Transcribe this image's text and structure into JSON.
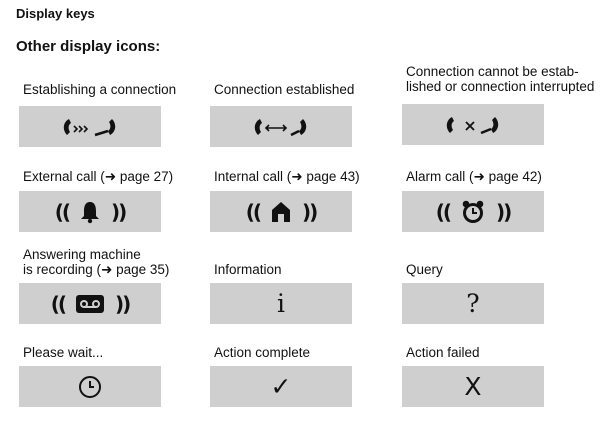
{
  "page": {
    "section_title": "Display keys",
    "subsection_title": "Other display icons:"
  },
  "icons": [
    {
      "label": "Establishing a connection",
      "icon": "phone-establishing-icon"
    },
    {
      "label": "Connection established",
      "icon": "phone-connected-icon"
    },
    {
      "label_line1": "Connection cannot be estab-",
      "label_line2": "lished or connection interrupted",
      "icon": "phone-interrupted-icon"
    },
    {
      "label": "External call (➜ page 27)",
      "icon": "bell-icon"
    },
    {
      "label": "Internal call (➜ page 43)",
      "icon": "house-icon"
    },
    {
      "label": "Alarm call (➜ page 42)",
      "icon": "alarm-clock-icon"
    },
    {
      "label_line1": "Answering machine",
      "label_line2": "is recording (➜ page 35)",
      "icon": "tape-icon"
    },
    {
      "label": "Information",
      "icon": "info-icon",
      "glyph": "i"
    },
    {
      "label": "Query",
      "icon": "question-icon",
      "glyph": "?"
    },
    {
      "label": "Please wait...",
      "icon": "clock-icon"
    },
    {
      "label": "Action complete",
      "icon": "checkmark-icon",
      "glyph": "✓"
    },
    {
      "label": "Action failed",
      "icon": "cross-icon",
      "glyph": "X"
    }
  ],
  "colors": {
    "box": "#cfcfcf",
    "text": "#111111"
  }
}
